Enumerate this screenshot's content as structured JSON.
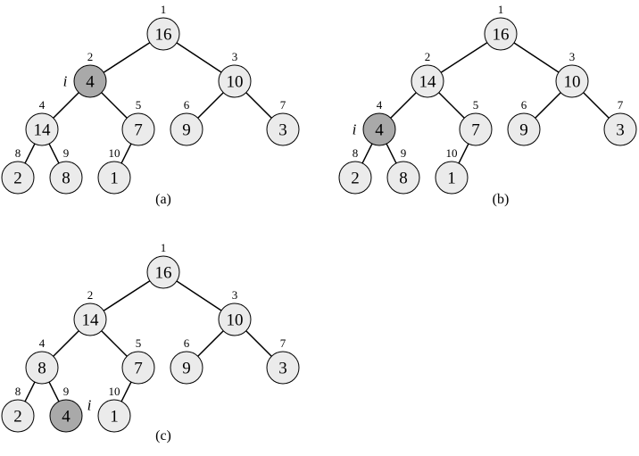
{
  "colors": {
    "node_fill": "#ebebeb",
    "highlight_fill": "#a9a9a9",
    "stroke": "#000000"
  },
  "pointer_label": "i",
  "trees": [
    {
      "caption": "(a)",
      "indices": [
        "1",
        "2",
        "3",
        "4",
        "5",
        "6",
        "7",
        "8",
        "9",
        "10"
      ],
      "values": [
        "16",
        "4",
        "10",
        "14",
        "7",
        "9",
        "3",
        "2",
        "8",
        "1"
      ],
      "highlight_index": 2
    },
    {
      "caption": "(b)",
      "indices": [
        "1",
        "2",
        "3",
        "4",
        "5",
        "6",
        "7",
        "8",
        "9",
        "10"
      ],
      "values": [
        "16",
        "14",
        "10",
        "4",
        "7",
        "9",
        "3",
        "2",
        "8",
        "1"
      ],
      "highlight_index": 4
    },
    {
      "caption": "(c)",
      "indices": [
        "1",
        "2",
        "3",
        "4",
        "5",
        "6",
        "7",
        "8",
        "9",
        "10"
      ],
      "values": [
        "16",
        "14",
        "10",
        "8",
        "7",
        "9",
        "3",
        "2",
        "4",
        "1"
      ],
      "highlight_index": 9
    }
  ]
}
